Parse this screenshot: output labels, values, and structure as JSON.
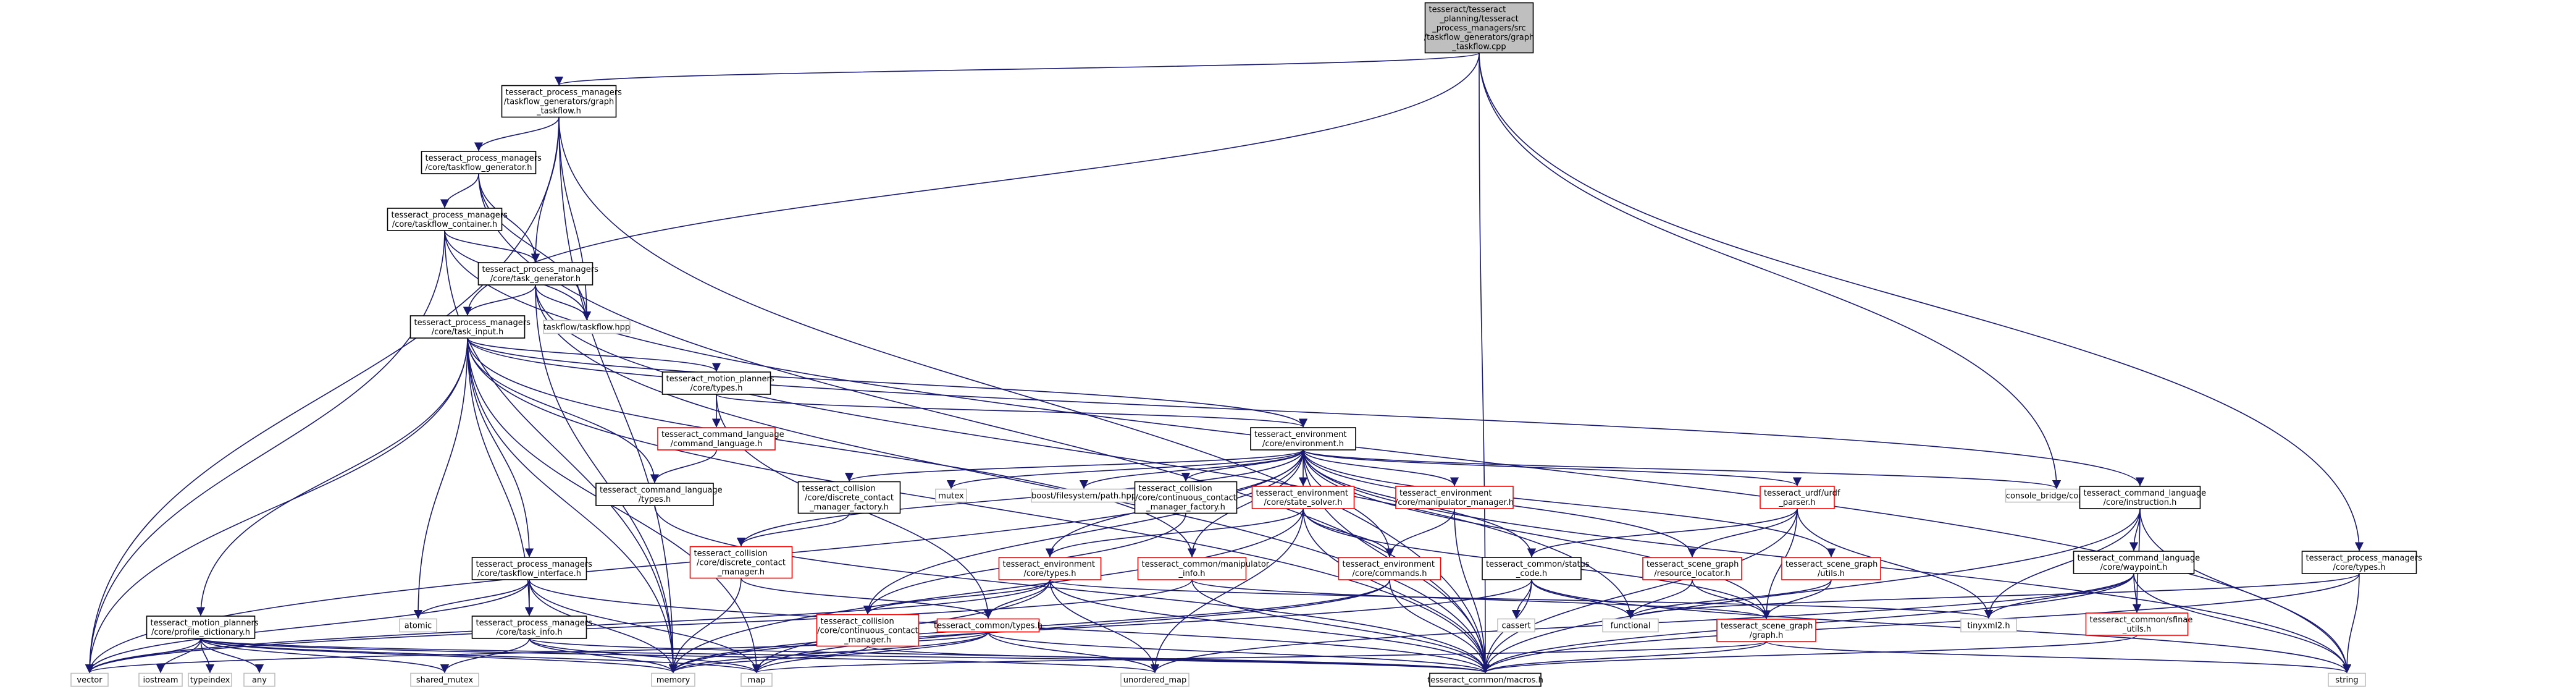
{
  "nodes": [
    {
      "id": "root",
      "lines": [
        "tesseract/tesseract",
        "_planning/tesseract",
        "_process_managers/src",
        "/taskflow_generators/graph",
        "_taskflow.cpp"
      ],
      "style": "root"
    },
    {
      "id": "graph_taskflow_h",
      "lines": [
        "tesseract_process_managers",
        "/taskflow_generators/graph",
        "_taskflow.h"
      ],
      "style": "black"
    },
    {
      "id": "taskflow_generator_h",
      "lines": [
        "tesseract_process_managers",
        "/core/taskflow_generator.h"
      ],
      "style": "black"
    },
    {
      "id": "taskflow_container_h",
      "lines": [
        "tesseract_process_managers",
        "/core/taskflow_container.h"
      ],
      "style": "black"
    },
    {
      "id": "task_generator_h",
      "lines": [
        "tesseract_process_managers",
        "/core/task_generator.h"
      ],
      "style": "black"
    },
    {
      "id": "taskflow_hpp",
      "lines": [
        "taskflow/taskflow.hpp"
      ],
      "style": "gray"
    },
    {
      "id": "task_input_h",
      "lines": [
        "tesseract_process_managers",
        "/core/task_input.h"
      ],
      "style": "black"
    },
    {
      "id": "mp_types_h",
      "lines": [
        "tesseract_motion_planners",
        "/core/types.h"
      ],
      "style": "black"
    },
    {
      "id": "cl_command_language_h",
      "lines": [
        "tesseract_command_language",
        "/command_language.h"
      ],
      "style": "red"
    },
    {
      "id": "cl_types_h",
      "lines": [
        "tesseract_command_language",
        "/types.h"
      ],
      "style": "black"
    },
    {
      "id": "env_environment_h",
      "lines": [
        "tesseract_environment",
        "/core/environment.h"
      ],
      "style": "black"
    },
    {
      "id": "mutex",
      "lines": [
        "mutex"
      ],
      "style": "gray"
    },
    {
      "id": "boost_fs",
      "lines": [
        "boost/filesystem/path.hpp"
      ],
      "style": "gray"
    },
    {
      "id": "coll_discrete_factory",
      "lines": [
        "tesseract_collision",
        "/core/discrete_contact",
        "_manager_factory.h"
      ],
      "style": "black"
    },
    {
      "id": "coll_continuous_factory",
      "lines": [
        "tesseract_collision",
        "/core/continuous_contact",
        "_manager_factory.h"
      ],
      "style": "black"
    },
    {
      "id": "env_state_solver_h",
      "lines": [
        "tesseract_environment",
        "/core/state_solver.h"
      ],
      "style": "red"
    },
    {
      "id": "env_manipulator_manager_h",
      "lines": [
        "tesseract_environment",
        "/core/manipulator_manager.h"
      ],
      "style": "red"
    },
    {
      "id": "urdf_parser_h",
      "lines": [
        "tesseract_urdf/urdf",
        "_parser.h"
      ],
      "style": "red"
    },
    {
      "id": "console_bridge",
      "lines": [
        "console_bridge/console.h"
      ],
      "style": "gray"
    },
    {
      "id": "cl_instruction_h",
      "lines": [
        "tesseract_command_language",
        "/core/instruction.h"
      ],
      "style": "black"
    },
    {
      "id": "pm_taskflow_interface_h",
      "lines": [
        "tesseract_process_managers",
        "/core/taskflow_interface.h"
      ],
      "style": "black"
    },
    {
      "id": "coll_discrete_contact_manager_h",
      "lines": [
        "tesseract_collision",
        "/core/discrete_contact",
        "_manager.h"
      ],
      "style": "red"
    },
    {
      "id": "env_core_types_h",
      "lines": [
        "tesseract_environment",
        "/core/types.h"
      ],
      "style": "red"
    },
    {
      "id": "common_manipulator_info_h",
      "lines": [
        "tesseract_common/manipulator",
        "_info.h"
      ],
      "style": "red"
    },
    {
      "id": "env_commands_h",
      "lines": [
        "tesseract_environment",
        "/core/commands.h"
      ],
      "style": "red"
    },
    {
      "id": "common_status_code_h",
      "lines": [
        "tesseract_common/status",
        "_code.h"
      ],
      "style": "black"
    },
    {
      "id": "sg_resource_locator_h",
      "lines": [
        "tesseract_scene_graph",
        "/resource_locator.h"
      ],
      "style": "red"
    },
    {
      "id": "sg_utils_h",
      "lines": [
        "tesseract_scene_graph",
        "/utils.h"
      ],
      "style": "red"
    },
    {
      "id": "cl_waypoint_h",
      "lines": [
        "tesseract_command_language",
        "/core/waypoint.h"
      ],
      "style": "black"
    },
    {
      "id": "pm_core_types_h",
      "lines": [
        "tesseract_process_managers",
        "/core/types.h"
      ],
      "style": "black"
    },
    {
      "id": "mp_profile_dictionary_h",
      "lines": [
        "tesseract_motion_planners",
        "/core/profile_dictionary.h"
      ],
      "style": "black"
    },
    {
      "id": "atomic",
      "lines": [
        "atomic"
      ],
      "style": "gray"
    },
    {
      "id": "pm_task_info_h",
      "lines": [
        "tesseract_process_managers",
        "/core/task_info.h"
      ],
      "style": "black"
    },
    {
      "id": "coll_continuous_contact_manager_h",
      "lines": [
        "tesseract_collision",
        "/core/continuous_contact",
        "_manager.h"
      ],
      "style": "red"
    },
    {
      "id": "common_types_h",
      "lines": [
        "tesseract_common/types.h"
      ],
      "style": "red"
    },
    {
      "id": "cassert",
      "lines": [
        "cassert"
      ],
      "style": "gray"
    },
    {
      "id": "functional",
      "lines": [
        "functional"
      ],
      "style": "gray"
    },
    {
      "id": "sg_graph_h",
      "lines": [
        "tesseract_scene_graph",
        "/graph.h"
      ],
      "style": "red"
    },
    {
      "id": "tinyxml2",
      "lines": [
        "tinyxml2.h"
      ],
      "style": "gray"
    },
    {
      "id": "common_sfinae_utils_h",
      "lines": [
        "tesseract_common/sfinae",
        "_utils.h"
      ],
      "style": "red"
    },
    {
      "id": "vector",
      "lines": [
        "vector"
      ],
      "style": "gray"
    },
    {
      "id": "iostream",
      "lines": [
        "iostream"
      ],
      "style": "gray"
    },
    {
      "id": "typeindex",
      "lines": [
        "typeindex"
      ],
      "style": "gray"
    },
    {
      "id": "any",
      "lines": [
        "any"
      ],
      "style": "gray"
    },
    {
      "id": "shared_mutex",
      "lines": [
        "shared_mutex"
      ],
      "style": "gray"
    },
    {
      "id": "memory",
      "lines": [
        "memory"
      ],
      "style": "gray"
    },
    {
      "id": "map",
      "lines": [
        "map"
      ],
      "style": "gray"
    },
    {
      "id": "unordered_map",
      "lines": [
        "unordered_map"
      ],
      "style": "gray"
    },
    {
      "id": "common_macros_h",
      "lines": [
        "tesseract_common/macros.h"
      ],
      "style": "black"
    },
    {
      "id": "string",
      "lines": [
        "string"
      ],
      "style": "gray"
    }
  ],
  "edges": [
    [
      "root",
      "graph_taskflow_h"
    ],
    [
      "root",
      "task_input_h"
    ],
    [
      "root",
      "console_bridge"
    ],
    [
      "root",
      "common_macros_h"
    ],
    [
      "root",
      "pm_core_types_h"
    ],
    [
      "graph_taskflow_h",
      "taskflow_generator_h"
    ],
    [
      "graph_taskflow_h",
      "task_generator_h"
    ],
    [
      "graph_taskflow_h",
      "taskflow_hpp"
    ],
    [
      "graph_taskflow_h",
      "vector"
    ],
    [
      "graph_taskflow_h",
      "memory"
    ],
    [
      "graph_taskflow_h",
      "common_macros_h"
    ],
    [
      "taskflow_generator_h",
      "taskflow_container_h"
    ],
    [
      "taskflow_generator_h",
      "task_generator_h"
    ],
    [
      "taskflow_generator_h",
      "taskflow_hpp"
    ],
    [
      "taskflow_generator_h",
      "common_macros_h"
    ],
    [
      "taskflow_container_h",
      "task_generator_h"
    ],
    [
      "taskflow_container_h",
      "taskflow_hpp"
    ],
    [
      "taskflow_container_h",
      "vector"
    ],
    [
      "taskflow_container_h",
      "memory"
    ],
    [
      "taskflow_container_h",
      "string"
    ],
    [
      "task_generator_h",
      "task_input_h"
    ],
    [
      "task_generator_h",
      "taskflow_hpp"
    ],
    [
      "task_generator_h",
      "functional"
    ],
    [
      "task_generator_h",
      "common_macros_h"
    ],
    [
      "task_generator_h",
      "memory"
    ],
    [
      "task_input_h",
      "mp_types_h"
    ],
    [
      "task_input_h",
      "cl_types_h"
    ],
    [
      "task_input_h",
      "env_environment_h"
    ],
    [
      "task_input_h",
      "pm_taskflow_interface_h"
    ],
    [
      "task_input_h",
      "mp_profile_dictionary_h"
    ],
    [
      "task_input_h",
      "atomic"
    ],
    [
      "task_input_h",
      "pm_task_info_h"
    ],
    [
      "task_input_h",
      "common_manipulator_info_h"
    ],
    [
      "task_input_h",
      "cl_instruction_h"
    ],
    [
      "task_input_h",
      "memory"
    ],
    [
      "task_input_h",
      "map"
    ],
    [
      "task_input_h",
      "vector"
    ],
    [
      "task_input_h",
      "common_macros_h"
    ],
    [
      "mp_types_h",
      "cl_command_language_h"
    ],
    [
      "mp_types_h",
      "env_environment_h"
    ],
    [
      "mp_types_h",
      "common_types_h"
    ],
    [
      "cl_command_language_h",
      "cl_types_h"
    ],
    [
      "cl_types_h",
      "common_macros_h"
    ],
    [
      "env_environment_h",
      "mutex"
    ],
    [
      "env_environment_h",
      "boost_fs"
    ],
    [
      "env_environment_h",
      "coll_discrete_factory"
    ],
    [
      "env_environment_h",
      "coll_continuous_factory"
    ],
    [
      "env_environment_h",
      "env_state_solver_h"
    ],
    [
      "env_environment_h",
      "env_manipulator_manager_h"
    ],
    [
      "env_environment_h",
      "urdf_parser_h"
    ],
    [
      "env_environment_h",
      "console_bridge"
    ],
    [
      "env_environment_h",
      "coll_discrete_contact_manager_h"
    ],
    [
      "env_environment_h",
      "env_core_types_h"
    ],
    [
      "env_environment_h",
      "env_commands_h"
    ],
    [
      "env_environment_h",
      "common_status_code_h"
    ],
    [
      "env_environment_h",
      "sg_resource_locator_h"
    ],
    [
      "env_environment_h",
      "sg_utils_h"
    ],
    [
      "env_environment_h",
      "sg_graph_h"
    ],
    [
      "env_environment_h",
      "vector"
    ],
    [
      "env_environment_h",
      "common_macros_h"
    ],
    [
      "env_environment_h",
      "string"
    ],
    [
      "env_environment_h",
      "coll_continuous_contact_manager_h"
    ],
    [
      "env_environment_h",
      "common_manipulator_info_h"
    ],
    [
      "coll_discrete_factory",
      "coll_discrete_contact_manager_h"
    ],
    [
      "coll_continuous_factory",
      "coll_continuous_contact_manager_h"
    ],
    [
      "env_state_solver_h",
      "env_core_types_h"
    ],
    [
      "env_state_solver_h",
      "env_commands_h"
    ],
    [
      "env_state_solver_h",
      "unordered_map"
    ],
    [
      "env_state_solver_h",
      "common_macros_h"
    ],
    [
      "env_state_solver_h",
      "memory"
    ],
    [
      "env_state_solver_h",
      "sg_graph_h"
    ],
    [
      "env_manipulator_manager_h",
      "env_commands_h"
    ],
    [
      "env_manipulator_manager_h",
      "common_macros_h"
    ],
    [
      "urdf_parser_h",
      "sg_resource_locator_h"
    ],
    [
      "urdf_parser_h",
      "sg_graph_h"
    ],
    [
      "urdf_parser_h",
      "tinyxml2"
    ],
    [
      "urdf_parser_h",
      "common_status_code_h"
    ],
    [
      "urdf_parser_h",
      "common_macros_h"
    ],
    [
      "cl_instruction_h",
      "cl_waypoint_h"
    ],
    [
      "cl_instruction_h",
      "common_sfinae_utils_h"
    ],
    [
      "cl_instruction_h",
      "tinyxml2"
    ],
    [
      "cl_instruction_h",
      "common_macros_h"
    ],
    [
      "cl_instruction_h",
      "string"
    ],
    [
      "pm_taskflow_interface_h",
      "pm_task_info_h"
    ],
    [
      "pm_taskflow_interface_h",
      "atomic"
    ],
    [
      "pm_taskflow_interface_h",
      "map"
    ],
    [
      "pm_taskflow_interface_h",
      "memory"
    ],
    [
      "pm_taskflow_interface_h",
      "common_macros_h"
    ],
    [
      "pm_taskflow_interface_h",
      "vector"
    ],
    [
      "coll_discrete_contact_manager_h",
      "memory"
    ],
    [
      "coll_discrete_contact_manager_h",
      "common_types_h"
    ],
    [
      "env_core_types_h",
      "common_types_h"
    ],
    [
      "env_core_types_h",
      "coll_continuous_contact_manager_h"
    ],
    [
      "env_core_types_h",
      "unordered_map"
    ],
    [
      "env_core_types_h",
      "map"
    ],
    [
      "env_core_types_h",
      "vector"
    ],
    [
      "env_core_types_h",
      "tinyxml2"
    ],
    [
      "env_core_types_h",
      "common_macros_h"
    ],
    [
      "common_manipulator_info_h",
      "common_macros_h"
    ],
    [
      "common_manipulator_info_h",
      "vector"
    ],
    [
      "common_manipulator_info_h",
      "sg_graph_h"
    ],
    [
      "env_commands_h",
      "map"
    ],
    [
      "env_commands_h",
      "memory"
    ],
    [
      "env_commands_h",
      "common_macros_h"
    ],
    [
      "common_status_code_h",
      "cassert"
    ],
    [
      "common_status_code_h",
      "functional"
    ],
    [
      "common_status_code_h",
      "memory"
    ],
    [
      "common_status_code_h",
      "string"
    ],
    [
      "common_status_code_h",
      "common_macros_h"
    ],
    [
      "sg_resource_locator_h",
      "functional"
    ],
    [
      "sg_resource_locator_h",
      "sg_graph_h"
    ],
    [
      "sg_utils_h",
      "sg_graph_h"
    ],
    [
      "sg_utils_h",
      "functional"
    ],
    [
      "cl_waypoint_h",
      "common_sfinae_utils_h"
    ],
    [
      "cl_waypoint_h",
      "tinyxml2"
    ],
    [
      "cl_waypoint_h",
      "common_macros_h"
    ],
    [
      "cl_waypoint_h",
      "string"
    ],
    [
      "cl_waypoint_h",
      "unordered_map"
    ],
    [
      "pm_core_types_h",
      "common_macros_h"
    ],
    [
      "pm_core_types_h",
      "functional"
    ],
    [
      "pm_core_types_h",
      "string"
    ],
    [
      "mp_profile_dictionary_h",
      "vector"
    ],
    [
      "mp_profile_dictionary_h",
      "iostream"
    ],
    [
      "mp_profile_dictionary_h",
      "typeindex"
    ],
    [
      "mp_profile_dictionary_h",
      "any"
    ],
    [
      "mp_profile_dictionary_h",
      "shared_mutex"
    ],
    [
      "mp_profile_dictionary_h",
      "memory"
    ],
    [
      "mp_profile_dictionary_h",
      "map"
    ],
    [
      "mp_profile_dictionary_h",
      "unordered_map"
    ],
    [
      "mp_profile_dictionary_h",
      "common_macros_h"
    ],
    [
      "pm_task_info_h",
      "shared_mutex"
    ],
    [
      "pm_task_info_h",
      "memory"
    ],
    [
      "pm_task_info_h",
      "map"
    ],
    [
      "pm_task_info_h",
      "common_macros_h"
    ],
    [
      "coll_continuous_contact_manager_h",
      "memory"
    ],
    [
      "coll_continuous_contact_manager_h",
      "common_macros_h"
    ],
    [
      "common_types_h",
      "memory"
    ],
    [
      "common_types_h",
      "map"
    ],
    [
      "common_types_h",
      "unordered_map"
    ],
    [
      "common_types_h",
      "common_macros_h"
    ],
    [
      "common_types_h",
      "vector"
    ],
    [
      "sg_graph_h",
      "common_macros_h"
    ],
    [
      "sg_graph_h",
      "string"
    ],
    [
      "sg_graph_h",
      "map"
    ],
    [
      "common_sfinae_utils_h",
      "common_macros_h"
    ]
  ]
}
